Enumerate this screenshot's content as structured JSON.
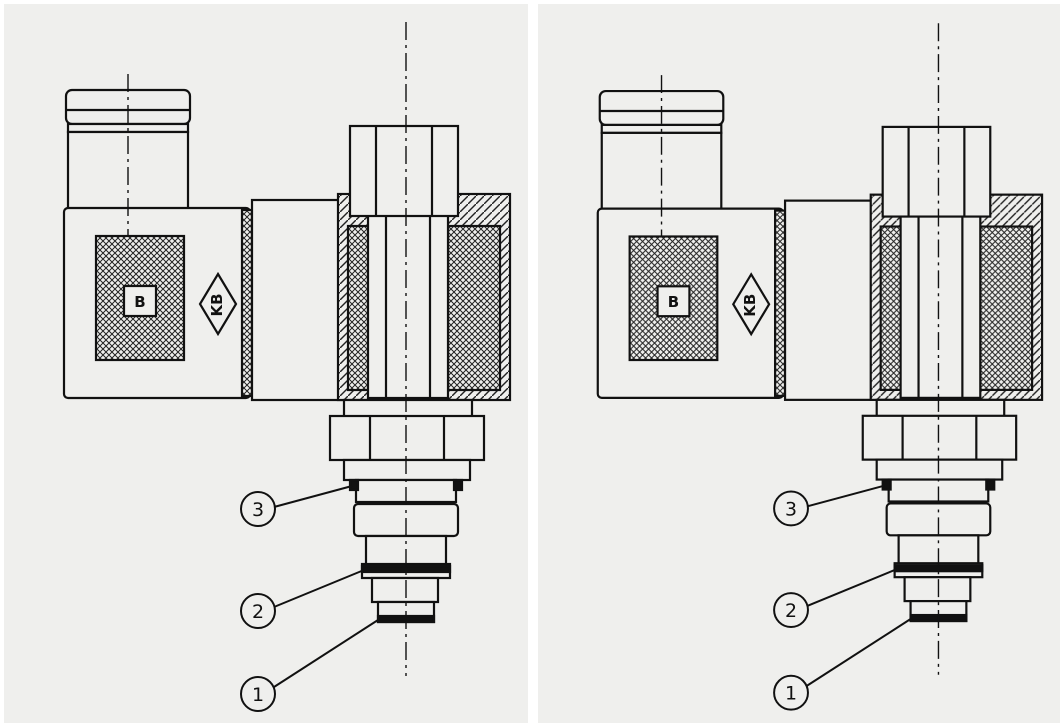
{
  "panels": [
    {
      "id": "left",
      "coil_badge": "B",
      "plug_badge": "KB",
      "callouts": [
        {
          "label": "3"
        },
        {
          "label": "2"
        },
        {
          "label": "1"
        }
      ]
    },
    {
      "id": "right",
      "coil_badge": "B",
      "plug_badge": "KB",
      "callouts": [
        {
          "label": "3"
        },
        {
          "label": "2"
        },
        {
          "label": "1"
        }
      ]
    }
  ],
  "colors": {
    "ink": "#111111",
    "paper": "#efefed",
    "hatch_fill": "#555555"
  }
}
